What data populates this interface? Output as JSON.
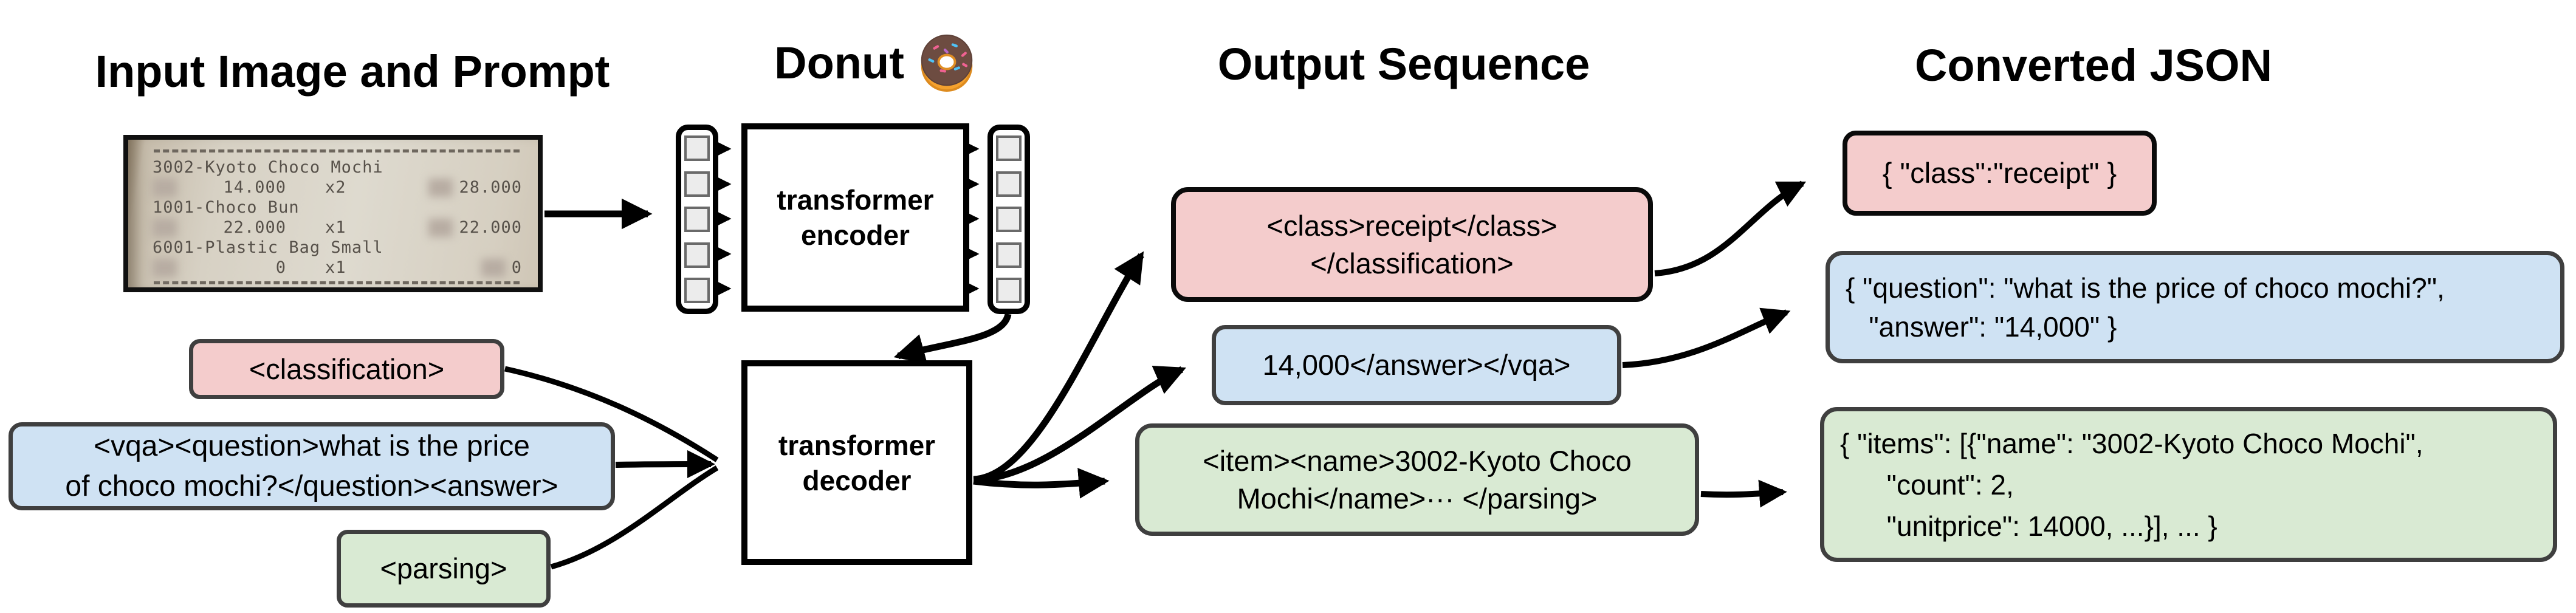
{
  "headers": {
    "input": "Input Image and Prompt",
    "model": "Donut",
    "model_icon": "donut-emoji",
    "output": "Output Sequence",
    "json": "Converted JSON"
  },
  "colors": {
    "pink": "#f4cccc",
    "blue": "#cfe2f3",
    "green": "#d9ead3",
    "border_dark": "#3f3f3f",
    "black": "#000000"
  },
  "receipt": {
    "rows": [
      {
        "name": "3002-Kyoto Choco Mochi",
        "price": "14.000",
        "qty": "x2",
        "total": "28.000"
      },
      {
        "name": "1001-Choco Bun",
        "price": "22.000",
        "qty": "x1",
        "total": "22.000"
      },
      {
        "name": "6001-Plastic Bag Small",
        "price": "0",
        "qty": "x1",
        "total": "0"
      }
    ]
  },
  "model": {
    "encoder": "transformer\nencoder",
    "decoder": "transformer\ndecoder"
  },
  "prompts": {
    "classification": "<classification>",
    "vqa": "<vqa><question>what is the price\nof choco mochi?</question><answer>",
    "parsing": "<parsing>"
  },
  "outputs": {
    "classification": "<class>receipt</class>\n</classification>",
    "vqa": "14,000</answer></vqa>",
    "parsing": "<item><name>3002-Kyoto Choco\nMochi</name>··· </parsing>"
  },
  "json_outputs": {
    "classification": "{ \"class\":\"receipt\" }",
    "vqa": "{ \"question\": \"what is the price of choco mochi?\",\n   \"answer\": \"14,000\" }",
    "parsing": "{ \"items\": [{\"name\": \"3002-Kyoto Choco Mochi\",\n      \"count\": 2,\n      \"unitprice\": 14000, ...}], ... }"
  }
}
